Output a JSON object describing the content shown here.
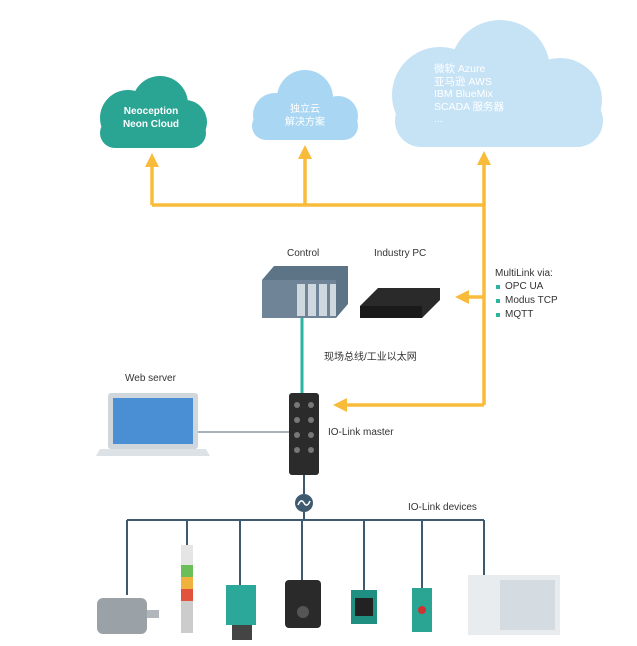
{
  "clouds": {
    "neon": {
      "line1": "Neoception",
      "line2": "Neon Cloud"
    },
    "private": {
      "line1": "独立云",
      "line2": "解决方案"
    },
    "public": {
      "items": [
        "微软 Azure",
        "亚马逊 AWS",
        "IBM BlueMix",
        "SCADA 服务器",
        "..."
      ]
    }
  },
  "labels": {
    "control": "Control",
    "industry_pc": "Industry PC",
    "fieldbus": "现场总线/工业以太网",
    "web_server": "Web server",
    "iolink_master": "IO-Link master",
    "iolink_devices": "IO-Link devices"
  },
  "multilink": {
    "title": "MultiLink via:",
    "items": [
      "OPC UA",
      "Modus TCP",
      "MQTT"
    ]
  },
  "colors": {
    "arrow": "#f9bc3a",
    "teal_cloud": "#2aa493",
    "light_cloud": "#a9d6f2",
    "pale_cloud": "#c6e3f6",
    "fieldbus_line": "#2bb5a0",
    "device_line": "#3f5a6e"
  }
}
